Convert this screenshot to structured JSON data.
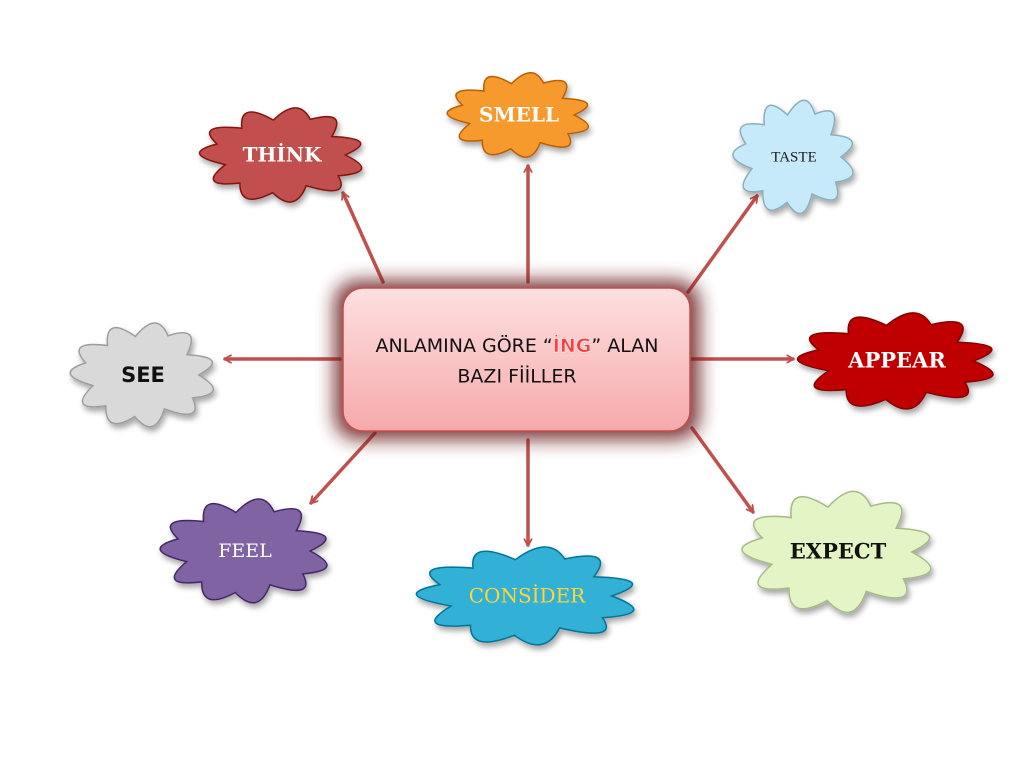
{
  "center": {
    "text_before": "ANLAMINA GÖRE “",
    "highlight": "İNG",
    "text_after": "” ALAN",
    "line2": "BAZI FİİLLER",
    "fill": "#fbc9ca",
    "border": "#c0504d",
    "highlight_color": "#ff3b3b"
  },
  "arrow_color": "#c0504d",
  "clouds": [
    {
      "id": "think",
      "label": "THİNK",
      "fill": "#c0504d",
      "text_color": "#ffffff"
    },
    {
      "id": "smell",
      "label": "SMELL",
      "fill": "#f79a2e",
      "text_color": "#ffffff"
    },
    {
      "id": "taste",
      "label": "TASTE",
      "fill": "#c7eafa",
      "text_color": "#1a1a1a"
    },
    {
      "id": "see",
      "label": "SEE",
      "fill": "#d9d9d9",
      "text_color": "#111111"
    },
    {
      "id": "appear",
      "label": "APPEAR",
      "fill": "#c00000",
      "text_color": "#ffffff"
    },
    {
      "id": "feel",
      "label": "FEEL",
      "fill": "#8064a2",
      "text_color": "#ffffff"
    },
    {
      "id": "consider",
      "label": "CONSİDER",
      "fill": "#31b0d5",
      "text_color": "#ffd53a"
    },
    {
      "id": "expect",
      "label": "EXPECT",
      "fill": "#e3f5c4",
      "text_color": "#111111"
    }
  ]
}
